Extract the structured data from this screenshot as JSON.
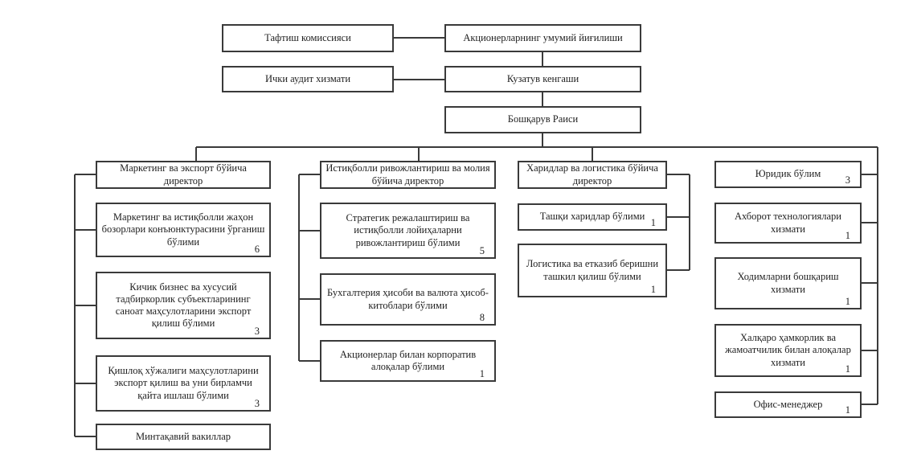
{
  "palette": {
    "line_color": "#3a3a3a",
    "text_color": "#1f1f1f",
    "background": "#ffffff"
  },
  "org": {
    "audit_commission": {
      "label": "Тафтиш комиссияси"
    },
    "shareholders_meeting": {
      "label": "Акционерларнинг умумий йиғилиши"
    },
    "internal_audit": {
      "label": "Ички аудит хизмати"
    },
    "supervisory_board": {
      "label": "Кузатув кенгаши"
    },
    "chairman": {
      "label": "Бошқарув Раиси"
    },
    "marketing_export": {
      "director": {
        "label": "Маркетинг ва экспорт бўйича директор"
      },
      "units": [
        {
          "label": "Маркетинг ва истиқболли жаҳон бозорлари конъюнктурасини ўрганиш бўлими",
          "count": "6"
        },
        {
          "label": "Кичик бизнес ва хусусий тадбиркорлик субъектларининг саноат маҳсулотларини экспорт қилиш бўлими",
          "count": "3"
        },
        {
          "label": "Қишлоқ хўжалиги маҳсулотларини экспорт қилиш ва уни бирламчи қайта ишлаш бўлими",
          "count": "3"
        },
        {
          "label": "Минтақавий вакиллар"
        }
      ]
    },
    "development_finance": {
      "director": {
        "label": "Истиқболли ривожлантириш ва молия бўйича директор"
      },
      "units": [
        {
          "label": "Стратегик режалаштириш ва истиқболли лойиҳаларни ривожлантириш бўлими",
          "count": "5"
        },
        {
          "label": "Бухгалтерия ҳисоби ва валюта ҳисоб-китоблари бўлими",
          "count": "8"
        },
        {
          "label": "Акционерлар билан корпоратив алоқалар бўлими",
          "count": "1"
        }
      ]
    },
    "procurement_logistics": {
      "director": {
        "label": "Харидлар ва логистика бўйича директор"
      },
      "units": [
        {
          "label": "Ташқи харидлар бўлими",
          "count": "1"
        },
        {
          "label": "Логистика ва етказиб беришни ташкил қилиш бўлими",
          "count": "1"
        }
      ]
    },
    "staff_units": [
      {
        "label": "Юридик бўлим",
        "count": "3"
      },
      {
        "label": "Ахборот технологиялари хизмати",
        "count": "1"
      },
      {
        "label": "Ходимларни бошқариш хизмати",
        "count": "1"
      },
      {
        "label": "Халқаро ҳамкорлик ва жамоатчилик билан алоқалар  хизмати",
        "count": "1"
      },
      {
        "label": "Офис-менеджер",
        "count": "1"
      }
    ]
  }
}
